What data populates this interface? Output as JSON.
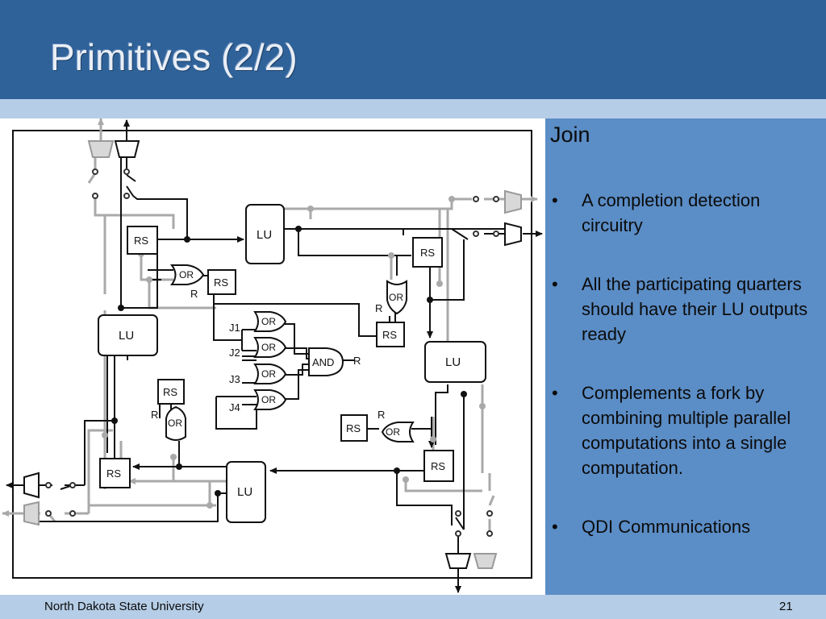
{
  "slide": {
    "title": "Primitives (2/2)",
    "panel_heading": "Join",
    "bullets": [
      {
        "marker": "•",
        "text": "A completion detection circuitry"
      },
      {
        "marker": "•",
        "text": "All the participating quarters should have their LU outputs ready"
      },
      {
        "marker": "•",
        "text": "Complements a fork by combining multiple parallel computations into  a single computation."
      },
      {
        "marker": "•",
        "text": "QDI Communications"
      }
    ],
    "footer_left": "North Dakota State University",
    "page_number": "21"
  },
  "diagram": {
    "labels": {
      "lu": "LU",
      "rs": "RS",
      "or": "OR",
      "and": "AND",
      "r": "R",
      "j1": "J1",
      "j2": "J2",
      "j3": "J3",
      "j4": "J4"
    }
  },
  "colors": {
    "title_bar": "#2f6299",
    "accent_strip": "#b5cde6",
    "right_panel": "#5b8dc6",
    "wire_black": "#111111",
    "wire_gray": "#a9a9a9"
  }
}
